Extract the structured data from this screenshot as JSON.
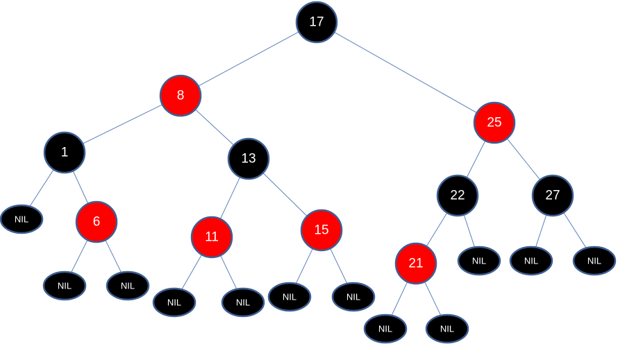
{
  "tree": {
    "colors": {
      "red": "#ff0000",
      "black": "#000000",
      "text": "#ffffff",
      "edge": "#5a7fb8",
      "outline": "#3d5f94"
    },
    "nodes": [
      {
        "id": "n17",
        "label": "17",
        "color": "black"
      },
      {
        "id": "n8",
        "label": "8",
        "color": "red"
      },
      {
        "id": "n25",
        "label": "25",
        "color": "red"
      },
      {
        "id": "n1",
        "label": "1",
        "color": "black"
      },
      {
        "id": "n13",
        "label": "13",
        "color": "black"
      },
      {
        "id": "n22",
        "label": "22",
        "color": "black"
      },
      {
        "id": "n27",
        "label": "27",
        "color": "black"
      },
      {
        "id": "n6",
        "label": "6",
        "color": "red"
      },
      {
        "id": "n11",
        "label": "11",
        "color": "red"
      },
      {
        "id": "n15",
        "label": "15",
        "color": "red"
      },
      {
        "id": "n21",
        "label": "21",
        "color": "red"
      },
      {
        "id": "nil1L",
        "label": "NIL",
        "color": "black",
        "leaf": true
      },
      {
        "id": "nil6L",
        "label": "NIL",
        "color": "black",
        "leaf": true
      },
      {
        "id": "nil6R",
        "label": "NIL",
        "color": "black",
        "leaf": true
      },
      {
        "id": "nil11L",
        "label": "NIL",
        "color": "black",
        "leaf": true
      },
      {
        "id": "nil11R",
        "label": "NIL",
        "color": "black",
        "leaf": true
      },
      {
        "id": "nil15L",
        "label": "NIL",
        "color": "black",
        "leaf": true
      },
      {
        "id": "nil15R",
        "label": "NIL",
        "color": "black",
        "leaf": true
      },
      {
        "id": "nil21L",
        "label": "NIL",
        "color": "black",
        "leaf": true
      },
      {
        "id": "nil21R",
        "label": "NIL",
        "color": "black",
        "leaf": true
      },
      {
        "id": "nil22R",
        "label": "NIL",
        "color": "black",
        "leaf": true
      },
      {
        "id": "nil27L",
        "label": "NIL",
        "color": "black",
        "leaf": true
      },
      {
        "id": "nil27R",
        "label": "NIL",
        "color": "black",
        "leaf": true
      }
    ],
    "edges": [
      [
        "n17",
        "n8"
      ],
      [
        "n17",
        "n25"
      ],
      [
        "n8",
        "n1"
      ],
      [
        "n8",
        "n13"
      ],
      [
        "n25",
        "n22"
      ],
      [
        "n25",
        "n27"
      ],
      [
        "n1",
        "nil1L"
      ],
      [
        "n1",
        "n6"
      ],
      [
        "n13",
        "n11"
      ],
      [
        "n13",
        "n15"
      ],
      [
        "n22",
        "n21"
      ],
      [
        "n22",
        "nil22R"
      ],
      [
        "n27",
        "nil27L"
      ],
      [
        "n27",
        "nil27R"
      ],
      [
        "n6",
        "nil6L"
      ],
      [
        "n6",
        "nil6R"
      ],
      [
        "n11",
        "nil11L"
      ],
      [
        "n11",
        "nil11R"
      ],
      [
        "n15",
        "nil15L"
      ],
      [
        "n15",
        "nil15R"
      ],
      [
        "n21",
        "nil21L"
      ],
      [
        "n21",
        "nil21R"
      ]
    ]
  }
}
